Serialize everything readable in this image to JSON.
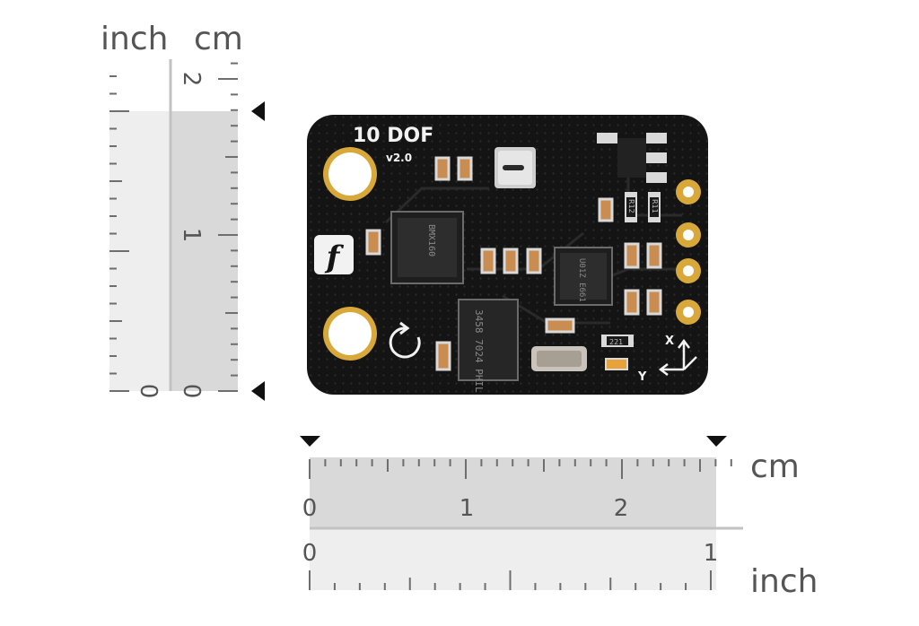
{
  "vertical_ruler": {
    "unit_labels": {
      "inch": "inch",
      "cm": "cm"
    },
    "cm_ticks": [
      "2",
      "1",
      "0"
    ],
    "inch_ticks": [
      "0"
    ]
  },
  "horizontal_ruler": {
    "unit_labels": {
      "cm": "cm",
      "inch": "inch"
    },
    "cm_ticks": [
      "0",
      "1",
      "2"
    ],
    "inch_ticks": [
      "0",
      "1"
    ]
  },
  "board": {
    "title": "10 DOF",
    "version": "v2.0",
    "logo_letter": "f",
    "axis_labels": {
      "x": "X",
      "y": "Y"
    },
    "chips": {
      "left_qfn": "BMX160",
      "right_qfn": "U01Z E661",
      "soic": "3458 7024 PHIL"
    },
    "resistor_marks": [
      "R12",
      "R11",
      "221"
    ],
    "colors": {
      "pcb": "#141414",
      "gold": "#d8a93a",
      "ruler_dark": "#d9d9d9",
      "ruler_light": "#eeeeee"
    }
  }
}
